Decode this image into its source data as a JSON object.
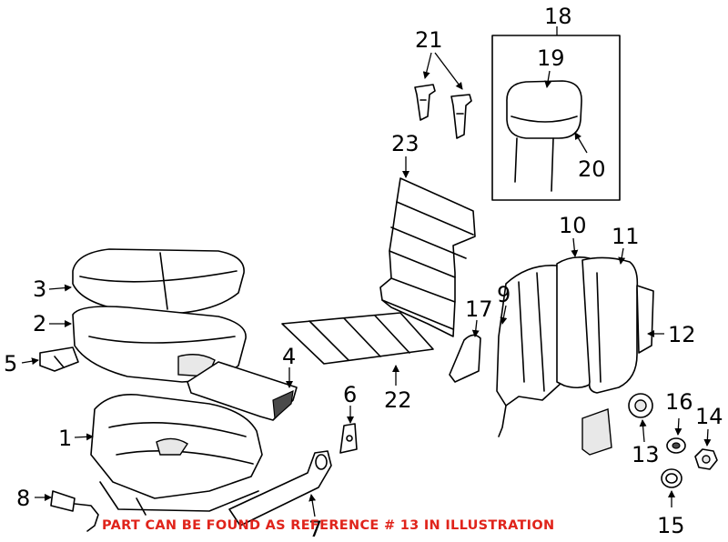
{
  "callouts": {
    "n1": "1",
    "n2": "2",
    "n3": "3",
    "n4": "4",
    "n5": "5",
    "n6": "6",
    "n7": "7",
    "n8": "8",
    "n9": "9",
    "n10": "10",
    "n11": "11",
    "n12": "12",
    "n13": "13",
    "n14": "14",
    "n15": "15",
    "n16": "16",
    "n17": "17",
    "n18": "18",
    "n19": "19",
    "n20": "20",
    "n21": "21",
    "n22": "22",
    "n23": "23"
  },
  "notice": "PART CAN BE FOUND AS REFERENCE # 13 IN ILLUSTRATION",
  "colors": {
    "notice": "#e0241b",
    "line": "#000000",
    "background": "#ffffff"
  }
}
